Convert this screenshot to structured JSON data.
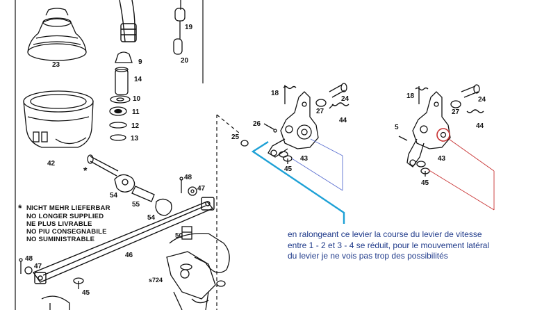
{
  "parts_left": {
    "labels": [
      "19",
      "20",
      "23",
      "9",
      "14",
      "10",
      "11",
      "12",
      "13",
      "42",
      "54",
      "55",
      "54",
      "48",
      "47",
      "NICHT MEHR LIEFERBAR",
      "NO LONGER SUPPLIED",
      "NE PLUS LIVRABLE",
      "NO PIU CONSEGNABILE",
      "NO SUMINISTRABLE",
      "46",
      "48",
      "47",
      "45",
      "50",
      "s724"
    ],
    "asterisk": "*"
  },
  "parts_center": {
    "labels": [
      "18",
      "24",
      "27",
      "44",
      "26",
      "25",
      "43",
      "45"
    ]
  },
  "parts_right": {
    "labels": [
      "18",
      "24",
      "27",
      "44",
      "5",
      "43",
      "45"
    ]
  },
  "note": {
    "line1": "en ralongeant ce levier la course du levier de vitesse",
    "line2": "entre 1 - 2 et 3 - 4 se réduit, pour le mouvement latéral",
    "line3": "du levier je ne vois pas trop des possibilités"
  },
  "colors": {
    "annotation_line": "#1ea1d6",
    "note_text": "#1f3a8a",
    "blue_guide": "#5a6fd0",
    "red_guide": "#c83232",
    "ink": "#111111"
  }
}
